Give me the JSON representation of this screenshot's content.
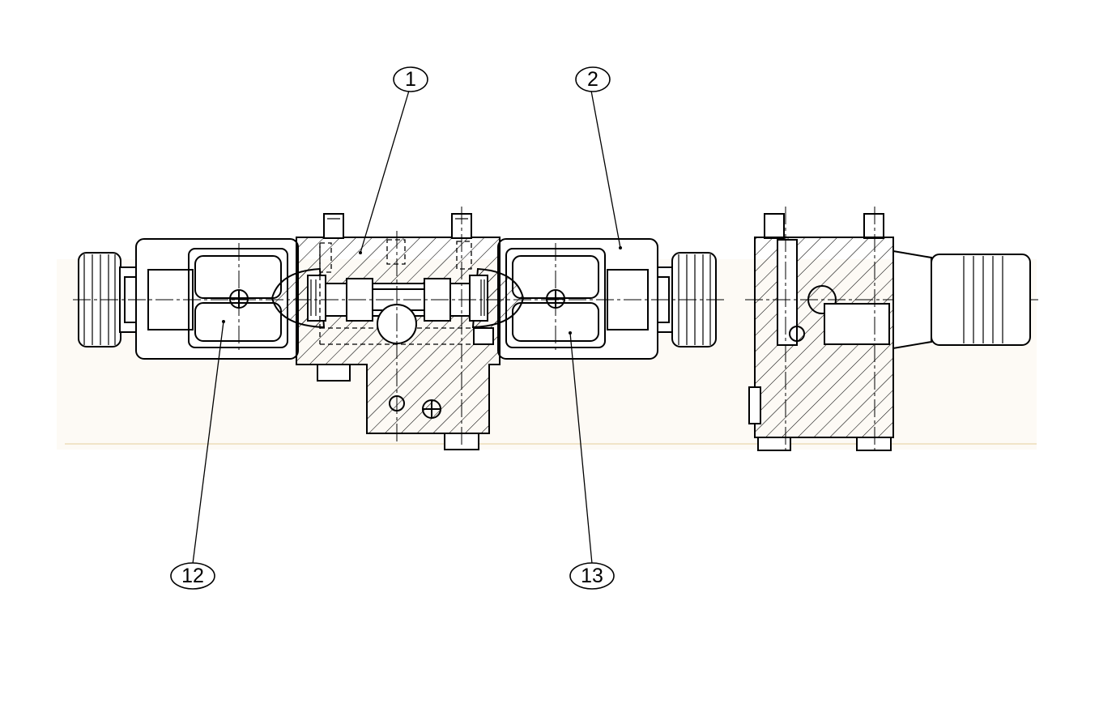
{
  "watermark": "",
  "balloons": [
    {
      "id": "b1",
      "label": "1"
    },
    {
      "id": "b2",
      "label": "2"
    },
    {
      "id": "b12",
      "label": "12"
    },
    {
      "id": "b13",
      "label": "13"
    }
  ],
  "colors": {
    "line": "#000000",
    "background": "#ffffff"
  }
}
